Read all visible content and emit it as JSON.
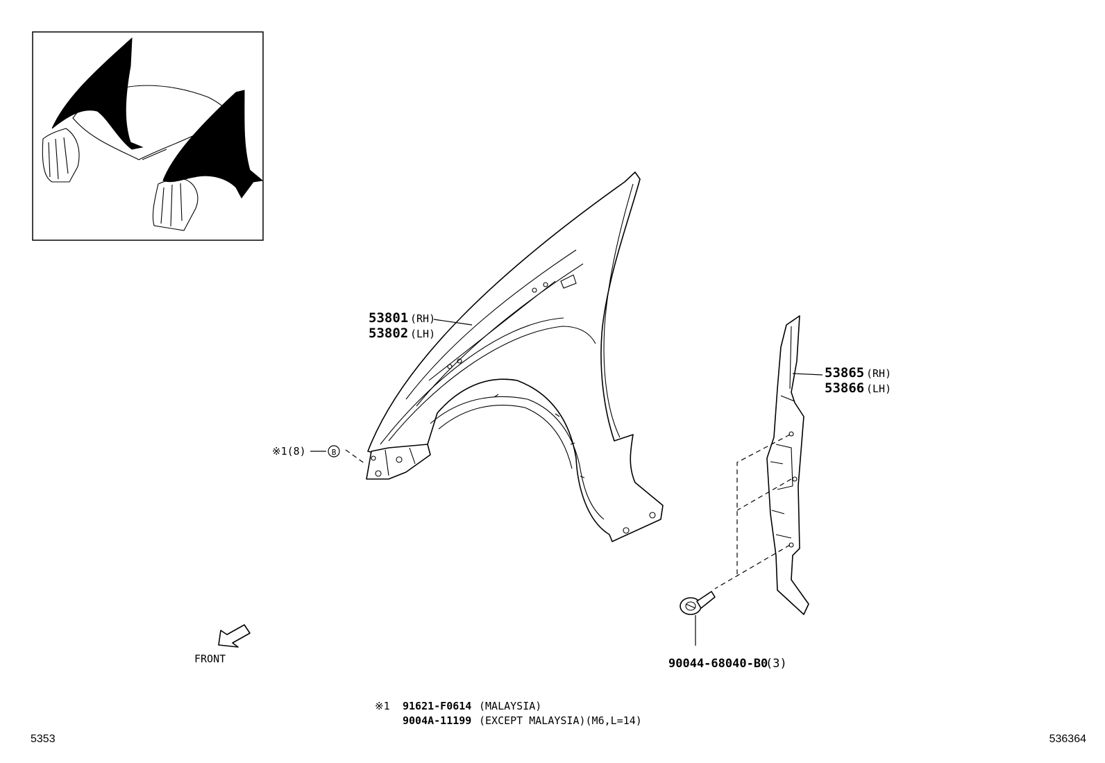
{
  "fender_rh": {
    "number": "53801",
    "suffix": "(RH)"
  },
  "fender_lh": {
    "number": "53802",
    "suffix": "(LH)"
  },
  "seal_rh": {
    "number": "53865",
    "suffix": "(RH)"
  },
  "seal_lh": {
    "number": "53866",
    "suffix": "(LH)"
  },
  "clip": {
    "number": "90044-68040-B0",
    "qty": "(3)"
  },
  "callout": {
    "text": "※1(8)",
    "marker": "B"
  },
  "front_label": "FRONT",
  "note": {
    "mark": "※1",
    "line1_part": "91621-F0614",
    "line1_cond": "(MALAYSIA)",
    "line2_part": "9004A-11199",
    "line2_cond": "(EXCEPT MALAYSIA)(M6,L=14)"
  },
  "footer_left": "5353",
  "footer_right": "536364"
}
